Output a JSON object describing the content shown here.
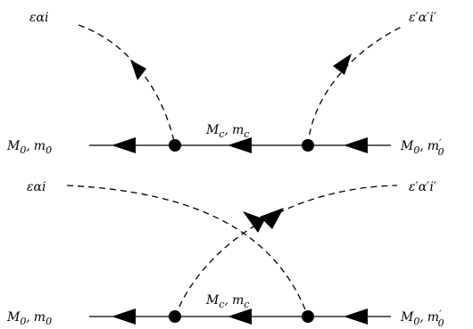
{
  "diagram": {
    "top": {
      "label_in_photon": "εαi",
      "label_out_photon": "ε′α′i′",
      "left_state": {
        "M": "M",
        "Msub": "0",
        "m": "m",
        "msub": "0",
        "mprime": ""
      },
      "mid_state": {
        "M": "M",
        "Msub": "c",
        "m": "m",
        "msub": "c"
      },
      "right_state": {
        "M": "M",
        "Msub": "0",
        "m": "m",
        "msub": "0",
        "mprime": "′"
      }
    },
    "bottom": {
      "label_in_photon": "εαi",
      "label_out_photon": "ε′α′i′",
      "left_state": {
        "M": "M",
        "Msub": "0",
        "m": "m",
        "msub": "0",
        "mprime": ""
      },
      "mid_state": {
        "M": "M",
        "Msub": "c",
        "m": "m",
        "msub": "c"
      },
      "right_state": {
        "M": "M",
        "Msub": "0",
        "m": "m",
        "msub": "0",
        "mprime": "′"
      }
    },
    "comma": ","
  }
}
